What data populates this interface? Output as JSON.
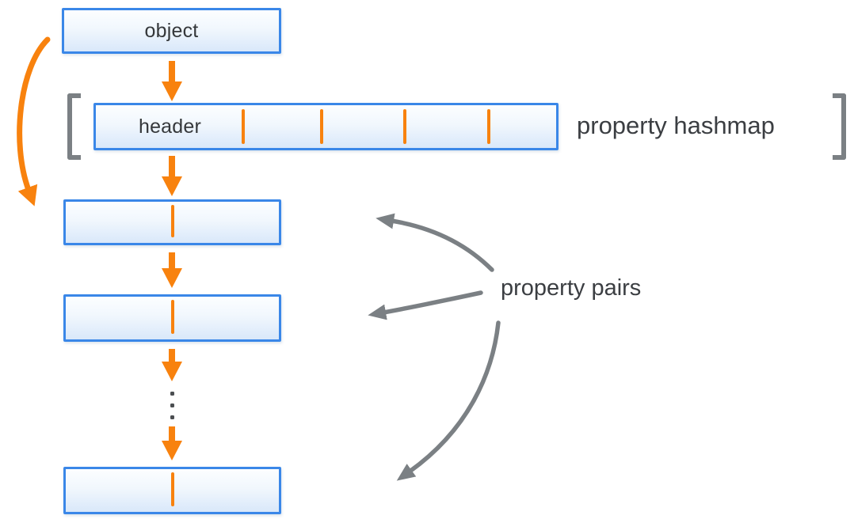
{
  "diagram": {
    "object_box": {
      "label": "object"
    },
    "hashmap_row": {
      "header_label": "header",
      "caption": "property hashmap",
      "slot_divider_count": 4,
      "slot_count": 5
    },
    "pairs": {
      "caption": "property pairs",
      "box_count": 3,
      "has_ellipsis": true
    },
    "icons": {
      "orange_down_arrows": "down-arrow-icon",
      "orange_curved_arrow": "curved-left-arrow-icon",
      "gray_pointer_arrows": "pointer-arrow-icon"
    },
    "colors": {
      "box_border_blue": "#3a87e8",
      "box_fill_top": "#fcfeff",
      "box_fill_bottom": "#d9e8fa",
      "arrow_orange": "#f8820e",
      "bracket_gray": "#7b8084",
      "text_dark": "#3b3e42"
    }
  }
}
